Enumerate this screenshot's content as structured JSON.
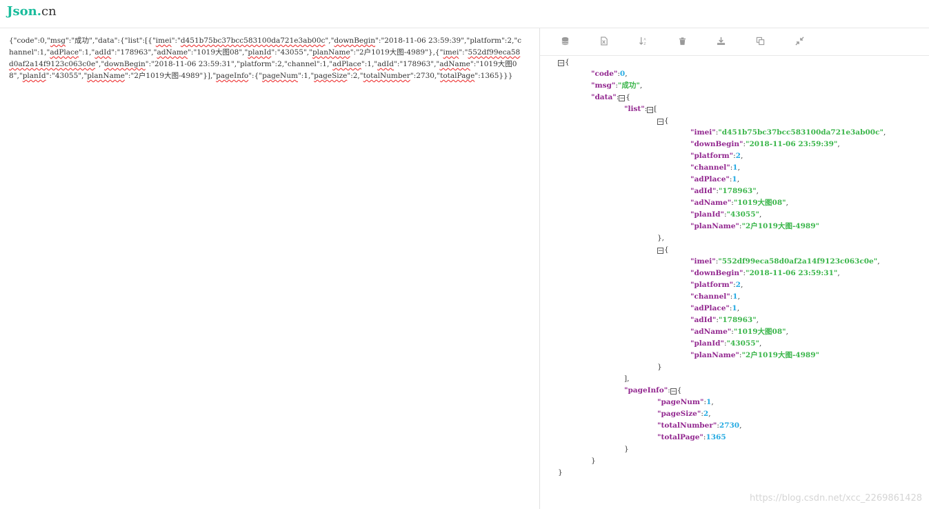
{
  "header": {
    "logo_part1": "Json.",
    "logo_part2": "cn"
  },
  "editor": {
    "raw_segments": [
      {
        "t": "{\"code\":0,\""
      },
      {
        "t": "msg",
        "u": true
      },
      {
        "t": "\":\"成功\",\"data\":{\"list\":[{\""
      },
      {
        "t": "imei",
        "u": true
      },
      {
        "t": "\":\""
      },
      {
        "t": "d451b75bc37bcc583100da721e3ab00c",
        "u": true
      },
      {
        "t": "\",\""
      },
      {
        "t": "downBegin",
        "u": true
      },
      {
        "t": "\":\"2018-11-06 23:59:39\",\"platform\":2,\"channel\":1,\""
      },
      {
        "t": "adPlace",
        "u": true
      },
      {
        "t": "\":1,\""
      },
      {
        "t": "adId",
        "u": true
      },
      {
        "t": "\":\"178963\",\""
      },
      {
        "t": "adName",
        "u": true
      },
      {
        "t": "\":\"1019大图08\",\""
      },
      {
        "t": "planId",
        "u": true
      },
      {
        "t": "\":\"43055\",\""
      },
      {
        "t": "planName",
        "u": true
      },
      {
        "t": "\":\"2户1019大图-4989\"},{\""
      },
      {
        "t": "imei",
        "u": true
      },
      {
        "t": "\":\""
      },
      {
        "t": "552df99eca58d0af2a14f9123c063c0e",
        "u": true
      },
      {
        "t": "\",\""
      },
      {
        "t": "downBegin",
        "u": true
      },
      {
        "t": "\":\"2018-11-06 23:59:31\",\"platform\":2,\"channel\":1,\""
      },
      {
        "t": "adPlace",
        "u": true
      },
      {
        "t": "\":1,\""
      },
      {
        "t": "adId",
        "u": true
      },
      {
        "t": "\":\"178963\",\""
      },
      {
        "t": "adName",
        "u": true
      },
      {
        "t": "\":\"1019大图08\",\""
      },
      {
        "t": "planId",
        "u": true
      },
      {
        "t": "\":\"43055\",\""
      },
      {
        "t": "planName",
        "u": true
      },
      {
        "t": "\":\"2户1019大图-4989\"}],\""
      },
      {
        "t": "pageInfo",
        "u": true
      },
      {
        "t": "\":{\""
      },
      {
        "t": "pageNum",
        "u": true
      },
      {
        "t": "\":1,\""
      },
      {
        "t": "pageSize",
        "u": true
      },
      {
        "t": "\":2,\""
      },
      {
        "t": "totalNumber",
        "u": true
      },
      {
        "t": "\":2730,\""
      },
      {
        "t": "totalPage",
        "u": true
      },
      {
        "t": "\":1365}}}"
      }
    ]
  },
  "toolbar": {
    "icons": [
      "database-icon",
      "excel-icon",
      "sort-icon",
      "trash-icon",
      "download-icon",
      "copy-icon",
      "compress-icon"
    ]
  },
  "tree": {
    "lines": [
      {
        "d": 0,
        "parts": [
          {
            "c": "fold",
            "t": "⊟"
          },
          {
            "c": "p",
            "t": "{"
          }
        ]
      },
      {
        "d": 1,
        "parts": [
          {
            "c": "key",
            "t": "\"code\""
          },
          {
            "c": "p",
            "t": ":"
          },
          {
            "c": "num",
            "t": "0"
          },
          {
            "c": "p",
            "t": ","
          }
        ]
      },
      {
        "d": 1,
        "parts": [
          {
            "c": "key",
            "t": "\"msg\""
          },
          {
            "c": "p",
            "t": ":"
          },
          {
            "c": "str",
            "t": "\"成功\""
          },
          {
            "c": "p",
            "t": ","
          }
        ]
      },
      {
        "d": 1,
        "parts": [
          {
            "c": "key",
            "t": "\"data\""
          },
          {
            "c": "p",
            "t": ":"
          },
          {
            "c": "fold",
            "t": "⊟"
          },
          {
            "c": "p",
            "t": "{"
          }
        ]
      },
      {
        "d": 2,
        "parts": [
          {
            "c": "key",
            "t": "\"list\""
          },
          {
            "c": "p",
            "t": ":"
          },
          {
            "c": "fold",
            "t": "⊟"
          },
          {
            "c": "p",
            "t": "["
          }
        ]
      },
      {
        "d": 3,
        "parts": [
          {
            "c": "fold",
            "t": "⊟"
          },
          {
            "c": "p",
            "t": "{"
          }
        ]
      },
      {
        "d": 4,
        "parts": [
          {
            "c": "key",
            "t": "\"imei\""
          },
          {
            "c": "p",
            "t": ":"
          },
          {
            "c": "str",
            "t": "\"d451b75bc37bcc583100da721e3ab00c\""
          },
          {
            "c": "p",
            "t": ","
          }
        ]
      },
      {
        "d": 4,
        "parts": [
          {
            "c": "key",
            "t": "\"downBegin\""
          },
          {
            "c": "p",
            "t": ":"
          },
          {
            "c": "str",
            "t": "\"2018-11-06 23:59:39\""
          },
          {
            "c": "p",
            "t": ","
          }
        ]
      },
      {
        "d": 4,
        "parts": [
          {
            "c": "key",
            "t": "\"platform\""
          },
          {
            "c": "p",
            "t": ":"
          },
          {
            "c": "num",
            "t": "2"
          },
          {
            "c": "p",
            "t": ","
          }
        ]
      },
      {
        "d": 4,
        "parts": [
          {
            "c": "key",
            "t": "\"channel\""
          },
          {
            "c": "p",
            "t": ":"
          },
          {
            "c": "num",
            "t": "1"
          },
          {
            "c": "p",
            "t": ","
          }
        ]
      },
      {
        "d": 4,
        "parts": [
          {
            "c": "key",
            "t": "\"adPlace\""
          },
          {
            "c": "p",
            "t": ":"
          },
          {
            "c": "num",
            "t": "1"
          },
          {
            "c": "p",
            "t": ","
          }
        ]
      },
      {
        "d": 4,
        "parts": [
          {
            "c": "key",
            "t": "\"adId\""
          },
          {
            "c": "p",
            "t": ":"
          },
          {
            "c": "str",
            "t": "\"178963\""
          },
          {
            "c": "p",
            "t": ","
          }
        ]
      },
      {
        "d": 4,
        "parts": [
          {
            "c": "key",
            "t": "\"adName\""
          },
          {
            "c": "p",
            "t": ":"
          },
          {
            "c": "str",
            "t": "\"1019大图08\""
          },
          {
            "c": "p",
            "t": ","
          }
        ]
      },
      {
        "d": 4,
        "parts": [
          {
            "c": "key",
            "t": "\"planId\""
          },
          {
            "c": "p",
            "t": ":"
          },
          {
            "c": "str",
            "t": "\"43055\""
          },
          {
            "c": "p",
            "t": ","
          }
        ]
      },
      {
        "d": 4,
        "parts": [
          {
            "c": "key",
            "t": "\"planName\""
          },
          {
            "c": "p",
            "t": ":"
          },
          {
            "c": "str",
            "t": "\"2户1019大图-4989\""
          }
        ]
      },
      {
        "d": 3,
        "parts": [
          {
            "c": "p",
            "t": "},"
          }
        ]
      },
      {
        "d": 3,
        "parts": [
          {
            "c": "fold",
            "t": "⊟"
          },
          {
            "c": "p",
            "t": "{"
          }
        ]
      },
      {
        "d": 4,
        "parts": [
          {
            "c": "key",
            "t": "\"imei\""
          },
          {
            "c": "p",
            "t": ":"
          },
          {
            "c": "str",
            "t": "\"552df99eca58d0af2a14f9123c063c0e\""
          },
          {
            "c": "p",
            "t": ","
          }
        ]
      },
      {
        "d": 4,
        "parts": [
          {
            "c": "key",
            "t": "\"downBegin\""
          },
          {
            "c": "p",
            "t": ":"
          },
          {
            "c": "str",
            "t": "\"2018-11-06 23:59:31\""
          },
          {
            "c": "p",
            "t": ","
          }
        ]
      },
      {
        "d": 4,
        "parts": [
          {
            "c": "key",
            "t": "\"platform\""
          },
          {
            "c": "p",
            "t": ":"
          },
          {
            "c": "num",
            "t": "2"
          },
          {
            "c": "p",
            "t": ","
          }
        ]
      },
      {
        "d": 4,
        "parts": [
          {
            "c": "key",
            "t": "\"channel\""
          },
          {
            "c": "p",
            "t": ":"
          },
          {
            "c": "num",
            "t": "1"
          },
          {
            "c": "p",
            "t": ","
          }
        ]
      },
      {
        "d": 4,
        "parts": [
          {
            "c": "key",
            "t": "\"adPlace\""
          },
          {
            "c": "p",
            "t": ":"
          },
          {
            "c": "num",
            "t": "1"
          },
          {
            "c": "p",
            "t": ","
          }
        ]
      },
      {
        "d": 4,
        "parts": [
          {
            "c": "key",
            "t": "\"adId\""
          },
          {
            "c": "p",
            "t": ":"
          },
          {
            "c": "str",
            "t": "\"178963\""
          },
          {
            "c": "p",
            "t": ","
          }
        ]
      },
      {
        "d": 4,
        "parts": [
          {
            "c": "key",
            "t": "\"adName\""
          },
          {
            "c": "p",
            "t": ":"
          },
          {
            "c": "str",
            "t": "\"1019大图08\""
          },
          {
            "c": "p",
            "t": ","
          }
        ]
      },
      {
        "d": 4,
        "parts": [
          {
            "c": "key",
            "t": "\"planId\""
          },
          {
            "c": "p",
            "t": ":"
          },
          {
            "c": "str",
            "t": "\"43055\""
          },
          {
            "c": "p",
            "t": ","
          }
        ]
      },
      {
        "d": 4,
        "parts": [
          {
            "c": "key",
            "t": "\"planName\""
          },
          {
            "c": "p",
            "t": ":"
          },
          {
            "c": "str",
            "t": "\"2户1019大图-4989\""
          }
        ]
      },
      {
        "d": 3,
        "parts": [
          {
            "c": "p",
            "t": "}"
          }
        ]
      },
      {
        "d": 2,
        "parts": [
          {
            "c": "p",
            "t": "],"
          }
        ]
      },
      {
        "d": 2,
        "parts": [
          {
            "c": "key",
            "t": "\"pageInfo\""
          },
          {
            "c": "p",
            "t": ":"
          },
          {
            "c": "fold",
            "t": "⊟"
          },
          {
            "c": "p",
            "t": "{"
          }
        ]
      },
      {
        "d": 3,
        "parts": [
          {
            "c": "key",
            "t": "\"pageNum\""
          },
          {
            "c": "p",
            "t": ":"
          },
          {
            "c": "num",
            "t": "1"
          },
          {
            "c": "p",
            "t": ","
          }
        ]
      },
      {
        "d": 3,
        "parts": [
          {
            "c": "key",
            "t": "\"pageSize\""
          },
          {
            "c": "p",
            "t": ":"
          },
          {
            "c": "num",
            "t": "2"
          },
          {
            "c": "p",
            "t": ","
          }
        ]
      },
      {
        "d": 3,
        "parts": [
          {
            "c": "key",
            "t": "\"totalNumber\""
          },
          {
            "c": "p",
            "t": ":"
          },
          {
            "c": "num",
            "t": "2730"
          },
          {
            "c": "p",
            "t": ","
          }
        ]
      },
      {
        "d": 3,
        "parts": [
          {
            "c": "key",
            "t": "\"totalPage\""
          },
          {
            "c": "p",
            "t": ":"
          },
          {
            "c": "num",
            "t": "1365"
          }
        ]
      },
      {
        "d": 2,
        "parts": [
          {
            "c": "p",
            "t": "}"
          }
        ]
      },
      {
        "d": 1,
        "parts": [
          {
            "c": "p",
            "t": "}"
          }
        ]
      },
      {
        "d": 0,
        "parts": [
          {
            "c": "p",
            "t": "}"
          }
        ]
      }
    ]
  },
  "colors": {
    "key": "#92278f",
    "string": "#3ab54a",
    "number": "#25aae2",
    "logo": "#1abc9c"
  },
  "watermark": "https://blog.csdn.net/xcc_2269861428"
}
